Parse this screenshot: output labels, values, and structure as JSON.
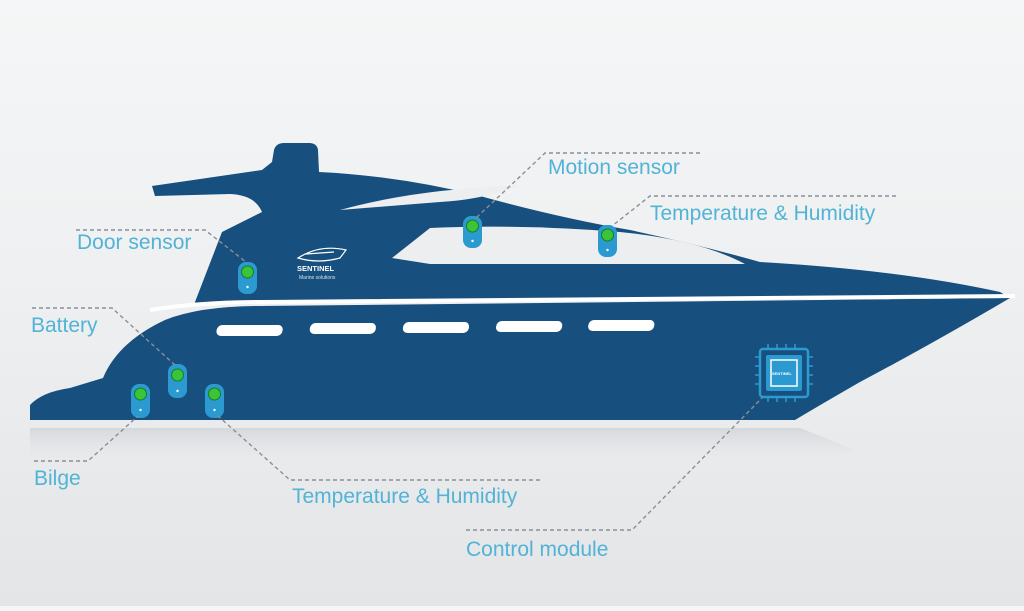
{
  "colors": {
    "hull": "#174f7e",
    "sensor": "#2a9ad0",
    "sensor_led": "#39c43a",
    "label": "#52b3d6",
    "leader_line": "#8a9096",
    "window": "#ffffff"
  },
  "logo": {
    "name": "SENTINEL",
    "subtitle": "Marine solutions"
  },
  "control_chip_text": "SENTINEL",
  "labels": {
    "door_sensor": "Door sensor",
    "motion_sensor": "Motion sensor",
    "temp_humidity_upper": "Temperature & Humidity",
    "battery": "Battery",
    "bilge": "Bilge",
    "temp_humidity_lower": "Temperature & Humidity",
    "control_module": "Control module"
  }
}
